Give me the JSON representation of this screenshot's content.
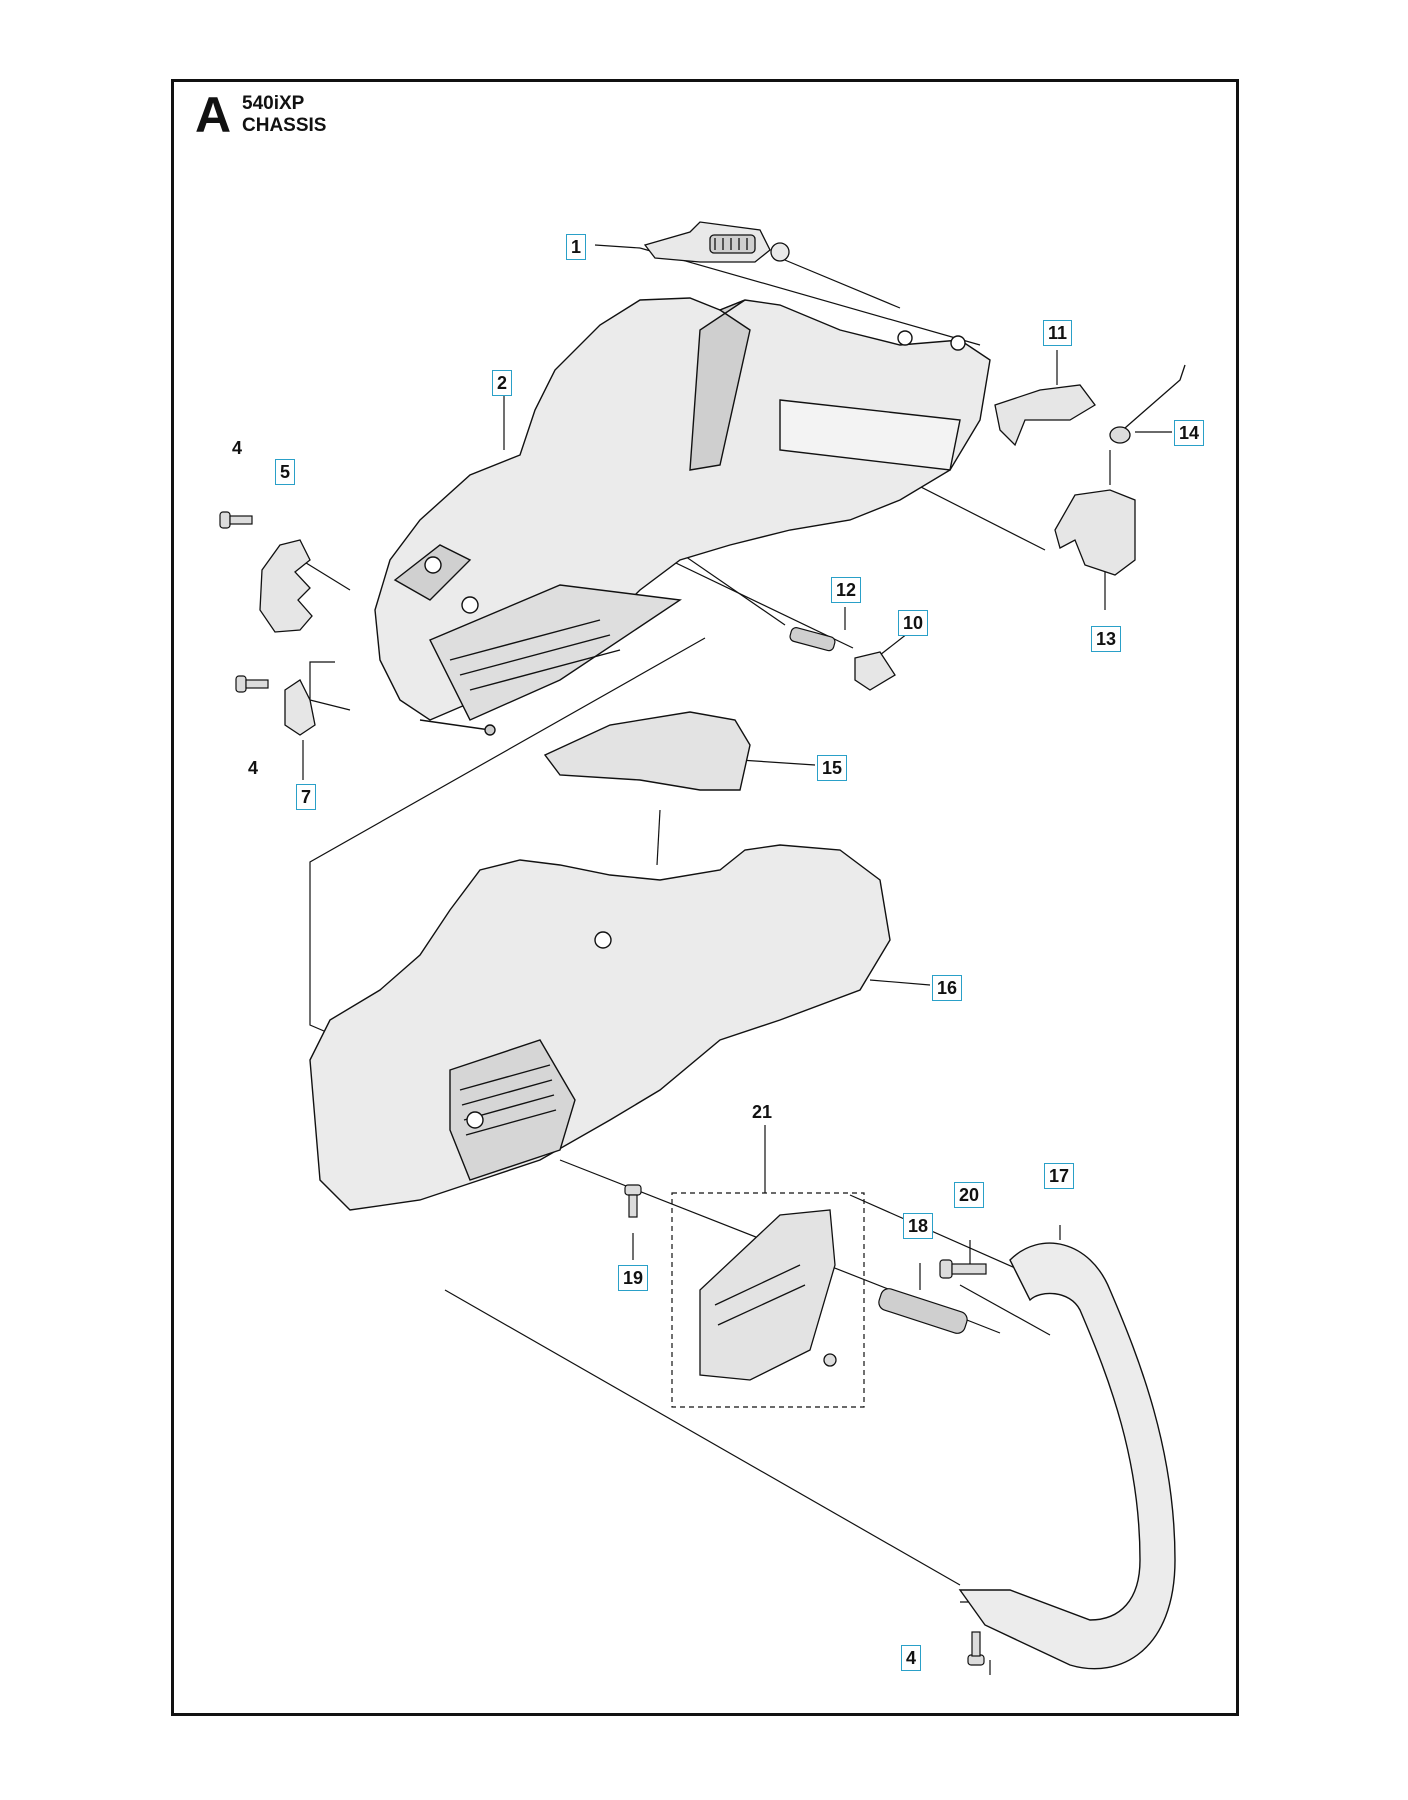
{
  "header": {
    "section_letter": "A",
    "model": "540iXP",
    "section_title": "CHASSIS"
  },
  "callouts": [
    {
      "id": "c1",
      "label": "1",
      "boxed": true
    },
    {
      "id": "c2",
      "label": "2",
      "boxed": true
    },
    {
      "id": "c4a",
      "label": "4",
      "boxed": false
    },
    {
      "id": "c5",
      "label": "5",
      "boxed": true
    },
    {
      "id": "c4b",
      "label": "4",
      "boxed": false
    },
    {
      "id": "c7",
      "label": "7",
      "boxed": true
    },
    {
      "id": "c11",
      "label": "11",
      "boxed": true
    },
    {
      "id": "c14",
      "label": "14",
      "boxed": true
    },
    {
      "id": "c13",
      "label": "13",
      "boxed": true
    },
    {
      "id": "c12",
      "label": "12",
      "boxed": true
    },
    {
      "id": "c10",
      "label": "10",
      "boxed": true
    },
    {
      "id": "c15",
      "label": "15",
      "boxed": true
    },
    {
      "id": "c16",
      "label": "16",
      "boxed": true
    },
    {
      "id": "c21",
      "label": "21",
      "boxed": false
    },
    {
      "id": "c17",
      "label": "17",
      "boxed": true
    },
    {
      "id": "c20",
      "label": "20",
      "boxed": true
    },
    {
      "id": "c18",
      "label": "18",
      "boxed": true
    },
    {
      "id": "c19",
      "label": "19",
      "boxed": true
    },
    {
      "id": "c4c",
      "label": "4",
      "boxed": true
    }
  ],
  "parts": [
    {
      "name": "spring-clip-part",
      "callout": "1"
    },
    {
      "name": "chassis-frame-part",
      "callout": "2"
    },
    {
      "name": "screw-part",
      "callout": "4"
    },
    {
      "name": "bumper-spike-part",
      "callout": "5"
    },
    {
      "name": "bracket-part",
      "callout": "7"
    },
    {
      "name": "trigger-part",
      "callout": "11"
    },
    {
      "name": "torsion-spring-part",
      "callout": "14"
    },
    {
      "name": "trigger-lockout-part",
      "callout": "13"
    },
    {
      "name": "compression-spring-part",
      "callout": "12"
    },
    {
      "name": "button-part",
      "callout": "10"
    },
    {
      "name": "top-cover-part",
      "callout": "15"
    },
    {
      "name": "housing-part",
      "callout": "16"
    },
    {
      "name": "service-kit-group",
      "callout": "21"
    },
    {
      "name": "front-handle-part",
      "callout": "17"
    },
    {
      "name": "bolt-part",
      "callout": "20"
    },
    {
      "name": "damper-spring-part",
      "callout": "18"
    },
    {
      "name": "screw-short-part",
      "callout": "19"
    },
    {
      "name": "side-cover-part",
      "callout": "21"
    }
  ],
  "colors": {
    "outline": "#111111",
    "part_fill": "#e9e9e9",
    "part_shade": "#bdbdbd",
    "callout_border": "#2aa0c8"
  }
}
